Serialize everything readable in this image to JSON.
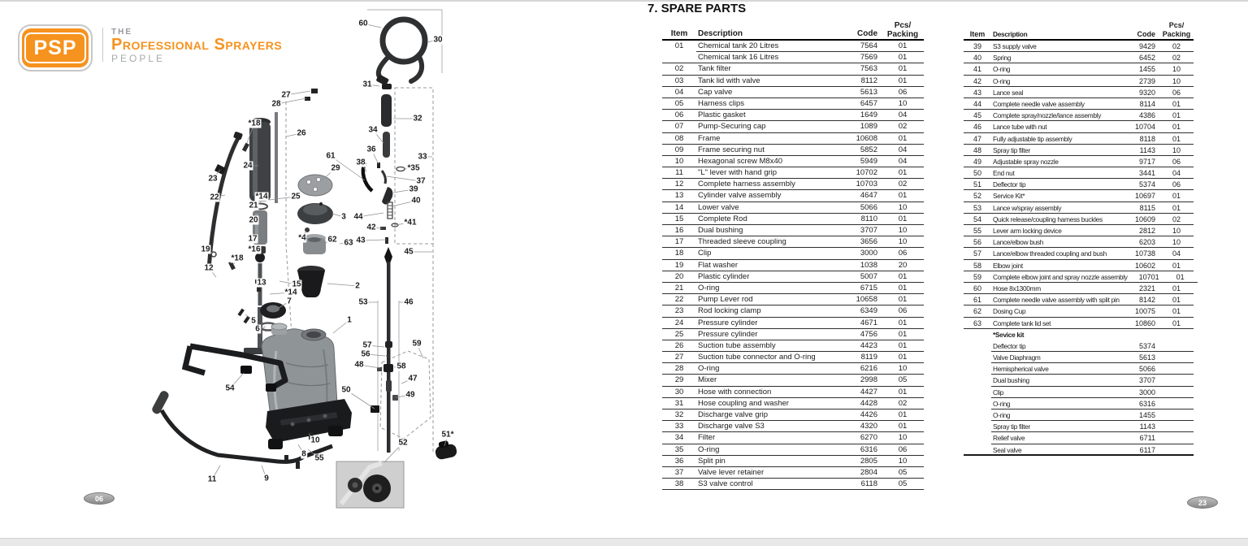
{
  "brand": {
    "abbr": "PSP",
    "the": "THE",
    "name": "Professional Sprayers",
    "people": "PEOPLE",
    "orange": "#F6921E",
    "gray": "#9B9DA0"
  },
  "left_page": {
    "page_badge": "06"
  },
  "right_page": {
    "title": "7. SPARE PARTS",
    "page_badge": "23"
  },
  "tables": {
    "headers": {
      "item": "Item",
      "description": "Description",
      "code": "Code",
      "pcs_line1": "Pcs/",
      "pcs_line2": "Packing"
    },
    "left_rows": [
      [
        "01",
        "Chemical tank 20 Litres",
        "7564",
        "01"
      ],
      [
        "",
        "Chemical tank 16 Litres",
        "7569",
        "01"
      ],
      [
        "02",
        "Tank filter",
        "7563",
        "01"
      ],
      [
        "03",
        "Tank lid with valve",
        "8112",
        "01"
      ],
      [
        "04",
        "Cap valve",
        "5613",
        "06"
      ],
      [
        "05",
        "Harness clips",
        "6457",
        "10"
      ],
      [
        "06",
        "Plastic gasket",
        "1649",
        "04"
      ],
      [
        "07",
        "Pump-Securing cap",
        "1089",
        "02"
      ],
      [
        "08",
        "Frame",
        "10608",
        "01"
      ],
      [
        "09",
        "Frame securing nut",
        "5852",
        "04"
      ],
      [
        "10",
        "Hexagonal screw M8x40",
        "5949",
        "04"
      ],
      [
        "11",
        "\"L\" lever with hand grip",
        "10702",
        "01"
      ],
      [
        "12",
        "Complete harness assembly",
        "10703",
        "02"
      ],
      [
        "13",
        "Cylinder valve assembly",
        "4647",
        "01"
      ],
      [
        "14",
        "Lower valve",
        "5066",
        "10"
      ],
      [
        "15",
        "Complete Rod",
        "8110",
        "01"
      ],
      [
        "16",
        "Dual bushing",
        "3707",
        "10"
      ],
      [
        "17",
        "Threaded sleeve coupling",
        "3656",
        "10"
      ],
      [
        "18",
        "Clip",
        "3000",
        "06"
      ],
      [
        "19",
        "Flat washer",
        "1038",
        "20"
      ],
      [
        "20",
        "Plastic cylinder",
        "5007",
        "01"
      ],
      [
        "21",
        "O-ring",
        "6715",
        "01"
      ],
      [
        "22",
        "Pump Lever rod",
        "10658",
        "01"
      ],
      [
        "23",
        "Rod locking clamp",
        "6349",
        "06"
      ],
      [
        "24",
        "Pressure cylinder",
        "4671",
        "01"
      ],
      [
        "25",
        "Pressure cylinder",
        "4756",
        "01"
      ],
      [
        "26",
        "Suction tube assembly",
        "4423",
        "01"
      ],
      [
        "27",
        "Suction tube connector and O-ring",
        "8119",
        "01"
      ],
      [
        "28",
        "O-ring",
        "6216",
        "10"
      ],
      [
        "29",
        "Mixer",
        "2998",
        "05"
      ],
      [
        "30",
        "Hose with connection",
        "4427",
        "01"
      ],
      [
        "31",
        "Hose coupling and washer",
        "4428",
        "02"
      ],
      [
        "32",
        "Discharge valve grip",
        "4426",
        "01"
      ],
      [
        "33",
        "Discharge valve S3",
        "4320",
        "01"
      ],
      [
        "34",
        "Filter",
        "6270",
        "10"
      ],
      [
        "35",
        "O-ring",
        "6316",
        "06"
      ],
      [
        "36",
        "Split pin",
        "2805",
        "10"
      ],
      [
        "37",
        "Valve lever retainer",
        "2804",
        "05"
      ],
      [
        "38",
        "S3 valve control",
        "6118",
        "05"
      ]
    ],
    "right_rows": [
      [
        "39",
        "S3 supply valve",
        "9429",
        "02"
      ],
      [
        "40",
        "Spring",
        "6452",
        "02"
      ],
      [
        "41",
        "O-ring",
        "1455",
        "10"
      ],
      [
        "42",
        "O-ring",
        "2739",
        "10"
      ],
      [
        "43",
        "Lance seal",
        "9320",
        "06"
      ],
      [
        "44",
        "Complete needle valve assembly",
        "8114",
        "01"
      ],
      [
        "45",
        "Complete spray/nozzle/lance assembly",
        "4386",
        "01"
      ],
      [
        "46",
        "Lance tube with nut",
        "10704",
        "01"
      ],
      [
        "47",
        "Fully adjustable tip assembly",
        "8118",
        "01"
      ],
      [
        "48",
        "Spray tip filter",
        "1143",
        "10"
      ],
      [
        "49",
        "Adjustable spray nozzle",
        "9717",
        "06"
      ],
      [
        "50",
        "End nut",
        "3441",
        "04"
      ],
      [
        "51",
        "Deflector tip",
        "5374",
        "06"
      ],
      [
        "52",
        "Service Kit*",
        "10697",
        "01"
      ],
      [
        "53",
        "Lance w/spray assembly",
        "8115",
        "01"
      ],
      [
        "54",
        "Quick release/coupling harness buckles",
        "10609",
        "02"
      ],
      [
        "55",
        "Lever arm locking device",
        "2812",
        "10"
      ],
      [
        "56",
        "Lance/elbow bush",
        "6203",
        "10"
      ],
      [
        "57",
        "Lance/elbow threaded coupling and bush",
        "10738",
        "04"
      ],
      [
        "58",
        "Elbow joint",
        "10602",
        "01"
      ],
      [
        "59",
        "Complete elbow joint and spray nozzle assembly",
        "10701",
        "01"
      ],
      [
        "60",
        "Hose 8x1300mm",
        "2321",
        "01"
      ],
      [
        "61",
        "Complete needle valve assembly with split pin",
        "8142",
        "01"
      ],
      [
        "62",
        "Dosing Cup",
        "10075",
        "01"
      ],
      [
        "63",
        "Complete tank lid set",
        "10860",
        "01"
      ]
    ],
    "service_kit_header": "*Sevice kit",
    "service_kit_rows": [
      [
        "Deflector tip",
        "5374"
      ],
      [
        "Valve Diaphragm",
        "5613"
      ],
      [
        "Hemispherical valve",
        "5066"
      ],
      [
        "Dual bushing",
        "3707"
      ],
      [
        "Clip",
        "3000"
      ],
      [
        "O-ring",
        "6316"
      ],
      [
        "O-ring",
        "1455"
      ],
      [
        "Spray tip filter",
        "1143"
      ],
      [
        "Relief valve",
        "6711"
      ],
      [
        "Seal valve",
        "6117"
      ]
    ]
  },
  "diagram": {
    "labels": [
      [
        "60",
        447,
        29,
        469,
        34
      ],
      [
        "30",
        539,
        49,
        526,
        52
      ],
      [
        "31",
        452,
        104,
        467,
        106
      ],
      [
        "32",
        514,
        146,
        484,
        146
      ],
      [
        "34",
        459,
        160,
        472,
        176
      ],
      [
        "27",
        352,
        117,
        382,
        112
      ],
      [
        "28",
        340,
        128,
        377,
        121
      ],
      [
        "26",
        371,
        164,
        352,
        168
      ],
      [
        "*18",
        313,
        152,
        304,
        176
      ],
      [
        "24",
        305,
        204,
        318,
        204
      ],
      [
        "61",
        407,
        192,
        449,
        222
      ],
      [
        "29",
        413,
        207,
        396,
        222
      ],
      [
        "36",
        457,
        184,
        466,
        202
      ],
      [
        "38",
        444,
        200,
        451,
        211
      ],
      [
        "33",
        520,
        193,
        532,
        193
      ],
      [
        "*35",
        509,
        207,
        497,
        208
      ],
      [
        "37",
        518,
        223,
        476,
        217
      ],
      [
        "39",
        509,
        233,
        484,
        237
      ],
      [
        "40",
        512,
        247,
        482,
        254
      ],
      [
        "23",
        262,
        220,
        271,
        209
      ],
      [
        "22",
        264,
        243,
        277,
        240
      ],
      [
        "*14",
        322,
        242,
        320,
        251
      ],
      [
        "25",
        364,
        242,
        331,
        246
      ],
      [
        "21",
        312,
        253,
        317,
        259
      ],
      [
        "20",
        312,
        271,
        317,
        277
      ],
      [
        "3",
        423,
        267,
        409,
        263
      ],
      [
        "44",
        441,
        267,
        472,
        262
      ],
      [
        "42",
        457,
        280,
        470,
        281
      ],
      [
        "*41",
        505,
        274,
        486,
        277
      ],
      [
        "17",
        311,
        294,
        317,
        297
      ],
      [
        "*4",
        372,
        293,
        377,
        284
      ],
      [
        "62",
        409,
        295,
        399,
        300
      ],
      [
        "63",
        429,
        299,
        418,
        300
      ],
      [
        "43",
        444,
        296,
        475,
        295
      ],
      [
        "*16",
        313,
        307,
        318,
        310
      ],
      [
        "19",
        253,
        307,
        262,
        312
      ],
      [
        "*18",
        292,
        318,
        287,
        326
      ],
      [
        "45",
        503,
        310,
        532,
        310
      ],
      [
        "12",
        257,
        330,
        266,
        341
      ],
      [
        "13",
        322,
        348,
        317,
        350
      ],
      [
        "15",
        365,
        350,
        344,
        346
      ],
      [
        "2",
        440,
        352,
        403,
        349
      ],
      [
        "*14",
        358,
        360,
        332,
        362
      ],
      [
        "7",
        356,
        371,
        343,
        379
      ],
      [
        "53",
        447,
        372,
        465,
        372
      ],
      [
        "46",
        503,
        372,
        491,
        372
      ],
      [
        "5",
        312,
        395,
        302,
        387
      ],
      [
        "6",
        317,
        405,
        327,
        402
      ],
      [
        "1",
        430,
        394,
        410,
        410
      ],
      [
        "57",
        452,
        425,
        473,
        427
      ],
      [
        "59",
        513,
        423,
        521,
        441
      ],
      [
        "56",
        450,
        436,
        474,
        438
      ],
      [
        "48",
        442,
        449,
        468,
        453
      ],
      [
        "58",
        494,
        451,
        485,
        452
      ],
      [
        "47",
        508,
        466,
        494,
        472
      ],
      [
        "50",
        426,
        480,
        461,
        503
      ],
      [
        "49",
        505,
        486,
        488,
        489
      ],
      [
        "54",
        283,
        478,
        300,
        459
      ],
      [
        "10",
        388,
        542,
        380,
        534
      ],
      [
        "8",
        374,
        559,
        367,
        547
      ],
      [
        "55",
        393,
        564,
        379,
        553
      ],
      [
        "9",
        328,
        589,
        322,
        573
      ],
      [
        "52",
        496,
        545,
        473,
        569
      ],
      [
        "51*",
        551,
        535,
        547,
        549
      ],
      [
        "11",
        261,
        590,
        271,
        573
      ]
    ]
  }
}
